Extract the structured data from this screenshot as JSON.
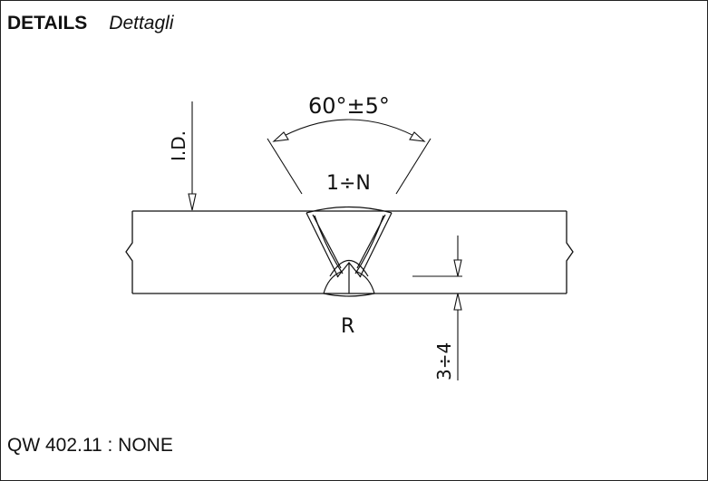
{
  "header": {
    "title": "DETAILS",
    "subtitle": "Dettagli"
  },
  "drawing": {
    "bevel_angle_label": "60°±5°",
    "passes_label": "1÷N",
    "inner_diameter_label": "I.D.",
    "root_label": "R",
    "gap_label": "3÷4"
  },
  "footer": {
    "reference": "QW 402.11 : NONE"
  }
}
